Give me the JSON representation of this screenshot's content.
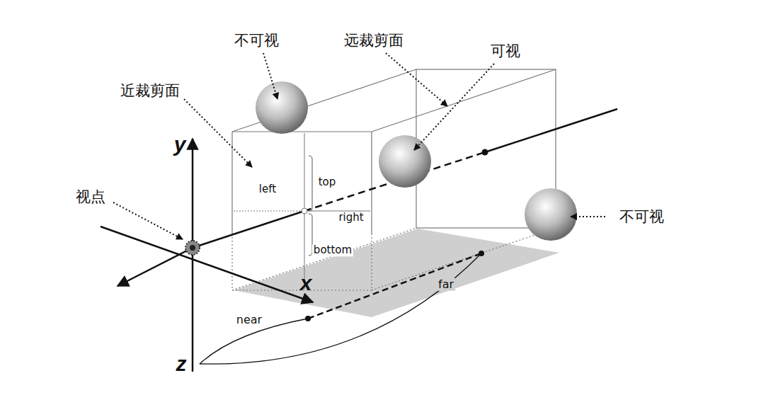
{
  "diagram": {
    "labels": [
      "不可视",
      "远裁剪面",
      "可视",
      "近裁剪面",
      "视点",
      "不可视",
      "y",
      "x",
      "z",
      "left",
      "top",
      "right",
      "bottom",
      "near",
      "far"
    ]
  }
}
